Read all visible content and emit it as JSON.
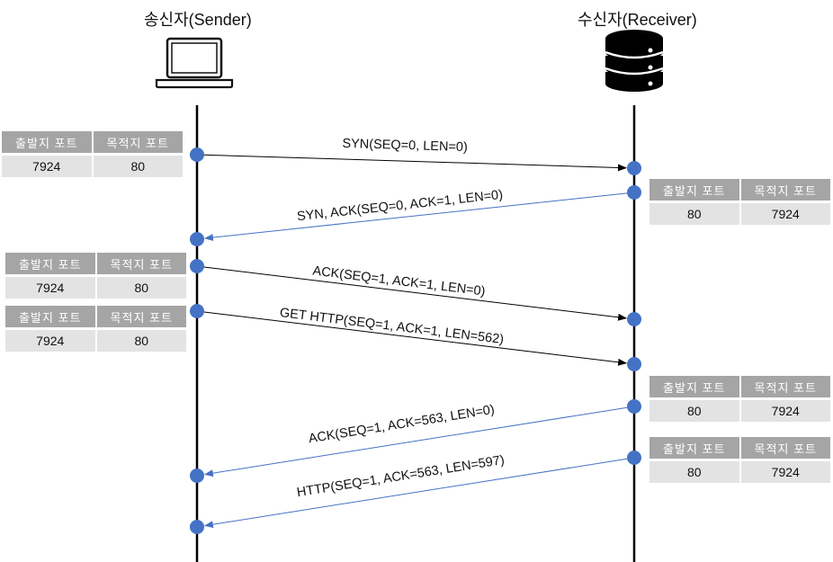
{
  "actors": {
    "sender": {
      "title": "송신자(Sender)",
      "icon": "laptop-icon"
    },
    "receiver": {
      "title": "수신자(Receiver)",
      "icon": "database-icon"
    }
  },
  "colors": {
    "node": "#4472c4",
    "sender_to_receiver_arrow": "#000000",
    "receiver_to_sender_arrow": "#4472c4",
    "table_header_bg": "#a5a5a5",
    "table_value_bg": "#e3e3e3"
  },
  "port_headers": {
    "source": "출발지 포트",
    "destination": "목적지 포트"
  },
  "messages": [
    {
      "label": "SYN(SEQ=0, LEN=0)",
      "direction": "sender-to-receiver"
    },
    {
      "label": "SYN, ACK(SEQ=0, ACK=1, LEN=0)",
      "direction": "receiver-to-sender"
    },
    {
      "label": "ACK(SEQ=1, ACK=1, LEN=0)",
      "direction": "sender-to-receiver"
    },
    {
      "label": "GET HTTP(SEQ=1, ACK=1, LEN=562)",
      "direction": "sender-to-receiver"
    },
    {
      "label": "ACK(SEQ=1, ACK=563, LEN=0)",
      "direction": "receiver-to-sender"
    },
    {
      "label": "HTTP(SEQ=1, ACK=563, LEN=597)",
      "direction": "receiver-to-sender"
    }
  ],
  "port_tables": [
    {
      "side": "sender",
      "source": "7924",
      "destination": "80"
    },
    {
      "side": "receiver",
      "source": "80",
      "destination": "7924"
    },
    {
      "side": "sender",
      "source": "7924",
      "destination": "80"
    },
    {
      "side": "sender",
      "source": "7924",
      "destination": "80"
    },
    {
      "side": "receiver",
      "source": "80",
      "destination": "7924"
    },
    {
      "side": "receiver",
      "source": "80",
      "destination": "7924"
    }
  ]
}
